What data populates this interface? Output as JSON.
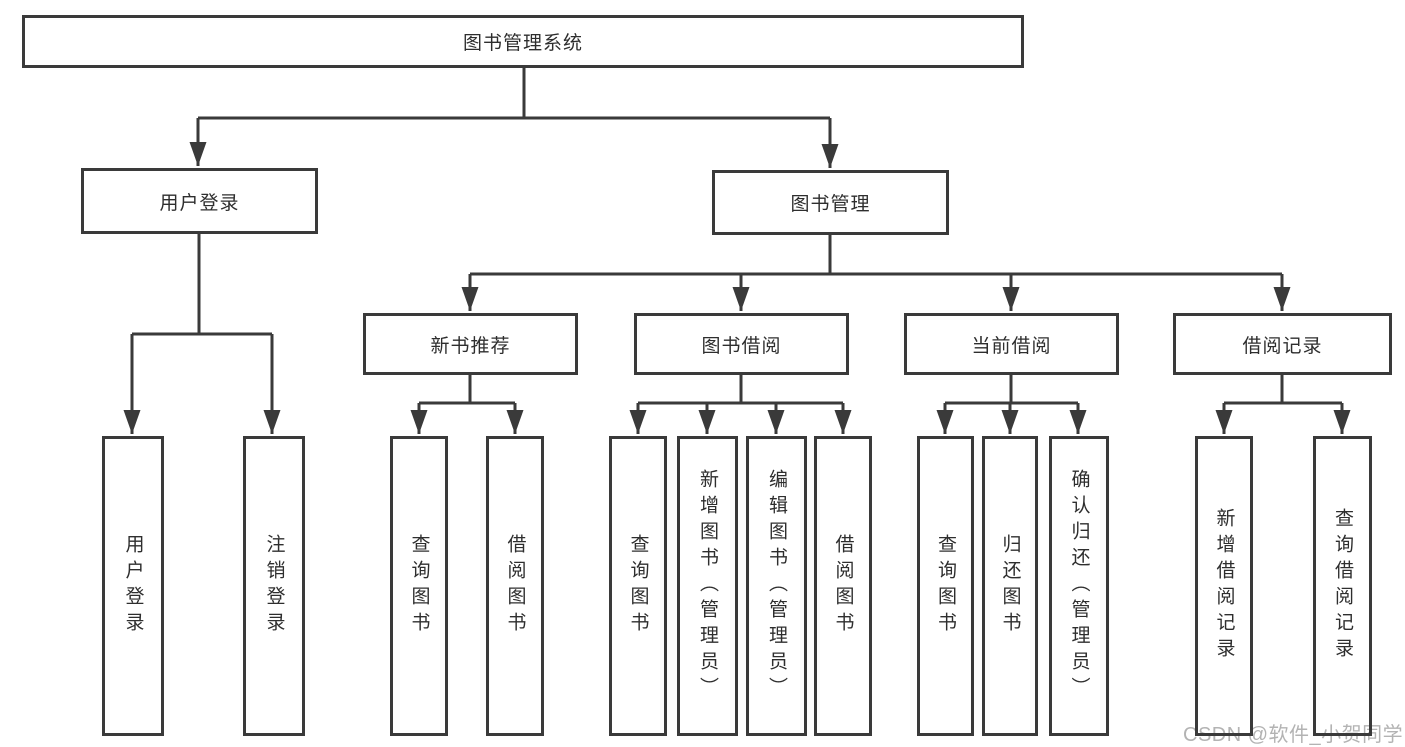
{
  "tree": {
    "root": {
      "label": "图书管理系统"
    },
    "level2": [
      {
        "label": "用户登录",
        "children": [
          {
            "label": "用户登录"
          },
          {
            "label": "注销登录"
          }
        ]
      },
      {
        "label": "图书管理",
        "children": [
          {
            "label": "新书推荐",
            "children": [
              {
                "label": "查询图书"
              },
              {
                "label": "借阅图书"
              }
            ]
          },
          {
            "label": "图书借阅",
            "children": [
              {
                "label": "查询图书"
              },
              {
                "label": "新增图书（管理员）"
              },
              {
                "label": "编辑图书（管理员）"
              },
              {
                "label": "借阅图书"
              }
            ]
          },
          {
            "label": "当前借阅",
            "children": [
              {
                "label": "查询图书"
              },
              {
                "label": "归还图书"
              },
              {
                "label": "确认归还（管理员）"
              }
            ]
          },
          {
            "label": "借阅记录",
            "children": [
              {
                "label": "新增借阅记录"
              },
              {
                "label": "查询借阅记录"
              }
            ]
          }
        ]
      }
    ]
  },
  "watermark": {
    "text": "CSDN @软件_小贺同学",
    "color": "#b3b3b3"
  },
  "colors": {
    "line": "#3a3a3a",
    "box_border": "#3a3a3a",
    "text": "#2e2e2e",
    "background": "#ffffff"
  }
}
